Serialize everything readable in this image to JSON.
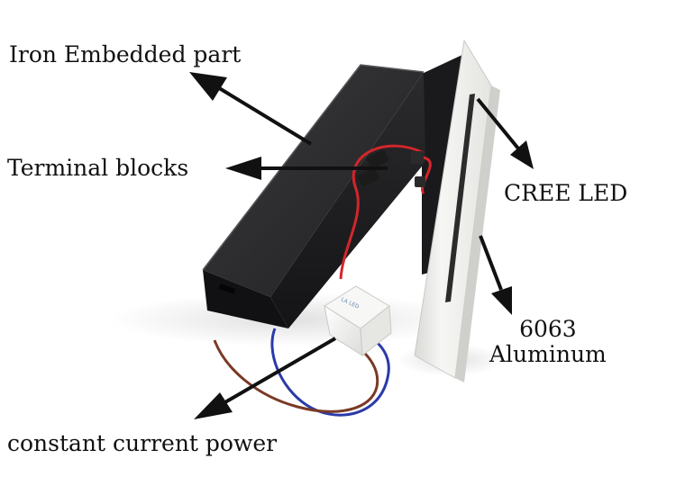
{
  "labels": {
    "iron_embedded_part": "Iron Embedded part",
    "terminal_blocks": "Terminal blocks",
    "cree_led": "CREE LED",
    "aluminum_line1": "6063",
    "aluminum_line2": "Aluminum",
    "constant_current_power": "constant current power"
  },
  "driver_box": {
    "brand_text": "LA LED"
  },
  "colors": {
    "background": "#ffffff",
    "black_housing": "#1c1c1e",
    "aluminum_plate": "#f2f2f0",
    "red_wire": "#d3262a",
    "blue_wire": "#2a3aa8",
    "brown_wire": "#7a3a26",
    "arrow": "#111111",
    "text": "#111111"
  }
}
